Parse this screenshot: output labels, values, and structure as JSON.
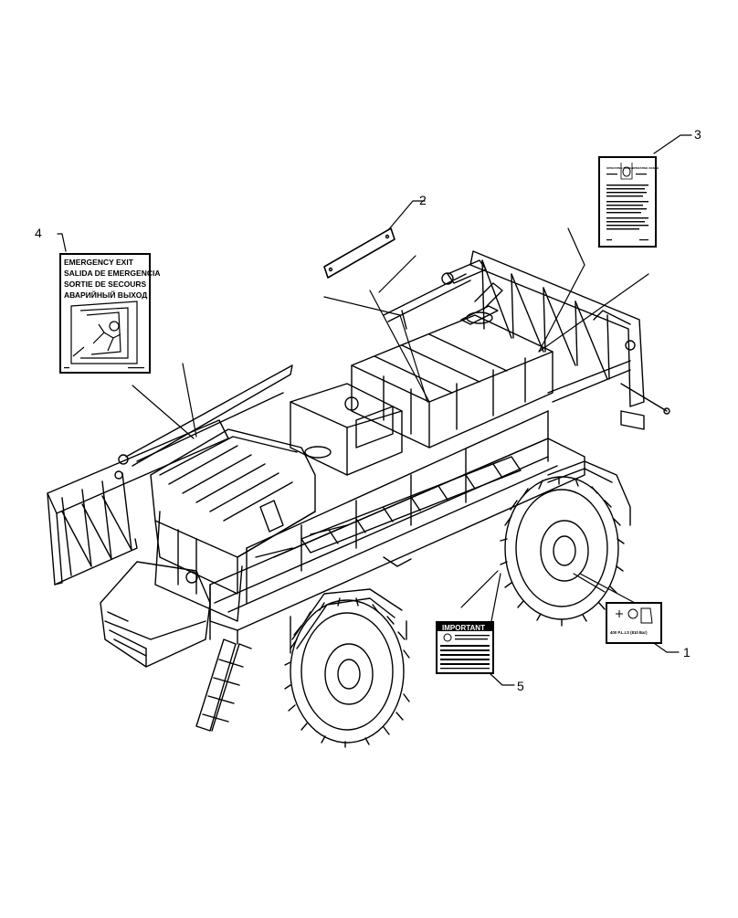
{
  "callouts": [
    {
      "id": "1",
      "label": "1"
    },
    {
      "id": "2",
      "label": "2"
    },
    {
      "id": "3",
      "label": "3"
    },
    {
      "id": "4",
      "label": "4"
    },
    {
      "id": "5",
      "label": "5"
    }
  ],
  "decal4": {
    "lines": [
      "EMERGENCY EXIT",
      "SALIDA DE EMERGENCIA",
      "SORTIE DE SECOURS",
      "АВАРИЙНЫЙ ВЫХОД"
    ]
  },
  "decal5": {
    "title": "IMPORTANT"
  },
  "decal1": {
    "caption": "400 P.L.I.S (810 Bar)"
  },
  "decal3": {
    "header_left": "OPERATING RANGE",
    "header_right": "OPERATING RANGE"
  }
}
